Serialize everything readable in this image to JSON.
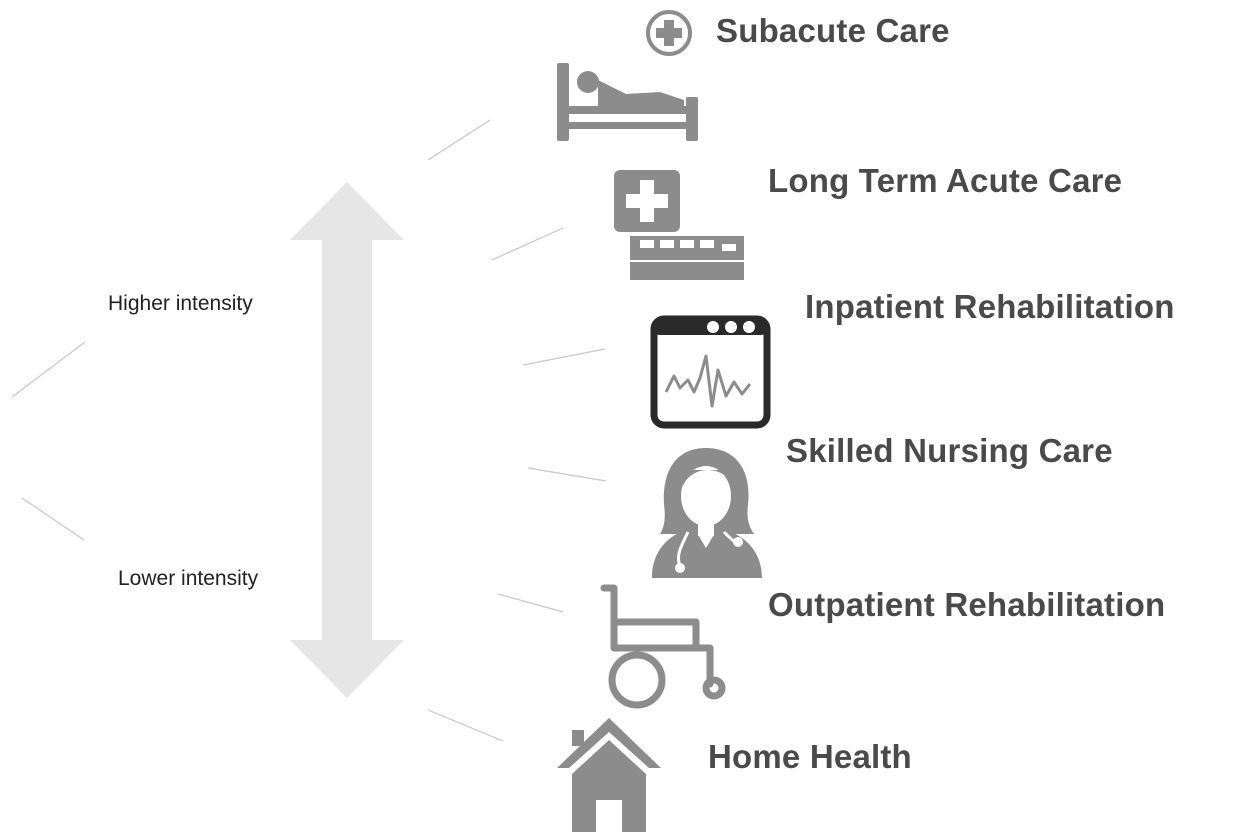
{
  "axis": {
    "higher_label": "Higher intensity",
    "lower_label": "Lower intensity"
  },
  "levels": [
    {
      "label": "Subacute Care",
      "icon": "hospital-bed-icon"
    },
    {
      "label": "Long Term Acute Care",
      "icon": "hospital-building-icon"
    },
    {
      "label": "Inpatient Rehabilitation",
      "icon": "vital-monitor-icon"
    },
    {
      "label": "Skilled Nursing Care",
      "icon": "nurse-icon"
    },
    {
      "label": "Outpatient Rehabilitation",
      "icon": "wheelchair-icon"
    },
    {
      "label": "Home Health",
      "icon": "home-icon"
    }
  ],
  "colors": {
    "icon": "#8c8c8c",
    "text": "#4a4a4a",
    "arrow": "#e6e6e6",
    "monitor_frame": "#2a2a2a"
  }
}
